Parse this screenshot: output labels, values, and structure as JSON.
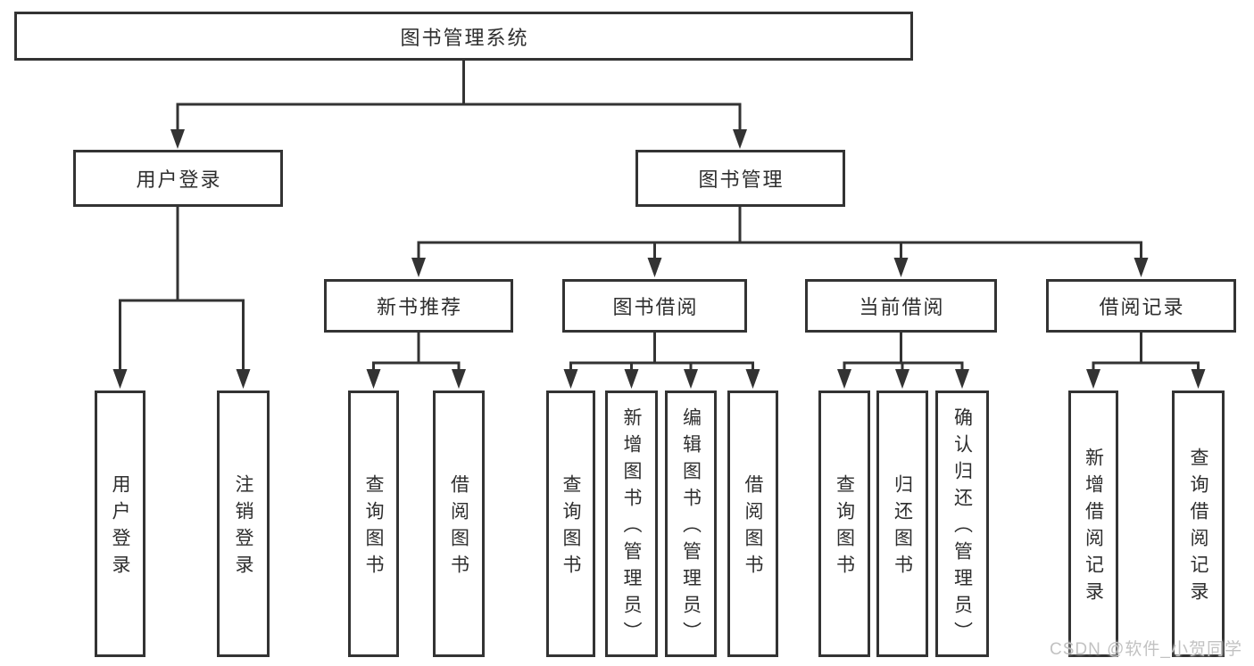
{
  "tree": {
    "root": {
      "label": "图书管理系统"
    },
    "branches": [
      {
        "label": "用户登录",
        "leaves": [
          {
            "label": "用户登录"
          },
          {
            "label": "注销登录"
          }
        ]
      },
      {
        "label": "图书管理",
        "groups": [
          {
            "label": "新书推荐",
            "leaves": [
              {
                "label": "查询图书"
              },
              {
                "label": "借阅图书"
              }
            ]
          },
          {
            "label": "图书借阅",
            "leaves": [
              {
                "label": "查询图书"
              },
              {
                "label": "新增图书（管理员）"
              },
              {
                "label": "编辑图书（管理员）"
              },
              {
                "label": "借阅图书"
              }
            ]
          },
          {
            "label": "当前借阅",
            "leaves": [
              {
                "label": "查询图书"
              },
              {
                "label": "归还图书"
              },
              {
                "label": "确认归还（管理员）"
              }
            ]
          },
          {
            "label": "借阅记录",
            "leaves": [
              {
                "label": "新增借阅记录"
              },
              {
                "label": "查询借阅记录"
              }
            ]
          }
        ]
      }
    ]
  },
  "watermark": {
    "text": "CSDN @软件_小贺同学"
  },
  "colors": {
    "line": "#333333",
    "ink": "#2e2e2e",
    "background": "#ffffff",
    "watermark": "#c2c2c2"
  }
}
